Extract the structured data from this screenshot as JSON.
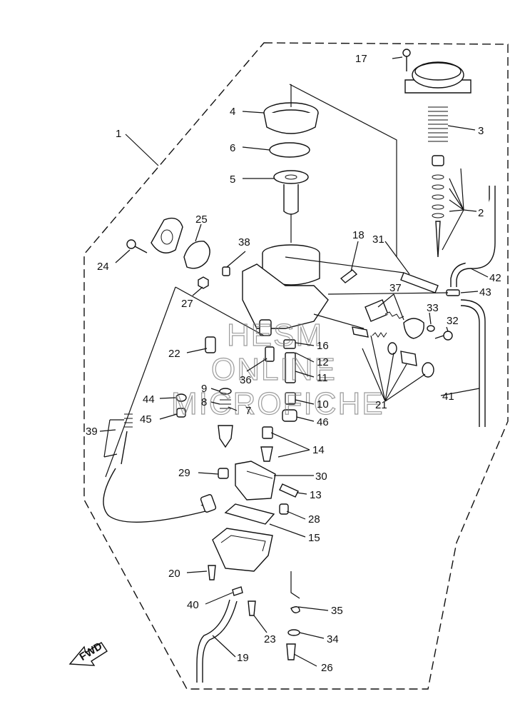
{
  "callouts": [
    "1",
    "2",
    "3",
    "4",
    "5",
    "6",
    "7",
    "8",
    "9",
    "10",
    "11",
    "12",
    "13",
    "14",
    "15",
    "16",
    "17",
    "18",
    "19",
    "20",
    "21",
    "22",
    "23",
    "24",
    "25",
    "26",
    "27",
    "28",
    "29",
    "30",
    "31",
    "32",
    "33",
    "34",
    "35",
    "36",
    "37",
    "38",
    "39",
    "40",
    "41",
    "42",
    "43",
    "44",
    "45",
    "46"
  ],
  "watermark": [
    "HESM",
    "ONLINE",
    "MICROFICHE"
  ],
  "fwd_badge": "FWD"
}
